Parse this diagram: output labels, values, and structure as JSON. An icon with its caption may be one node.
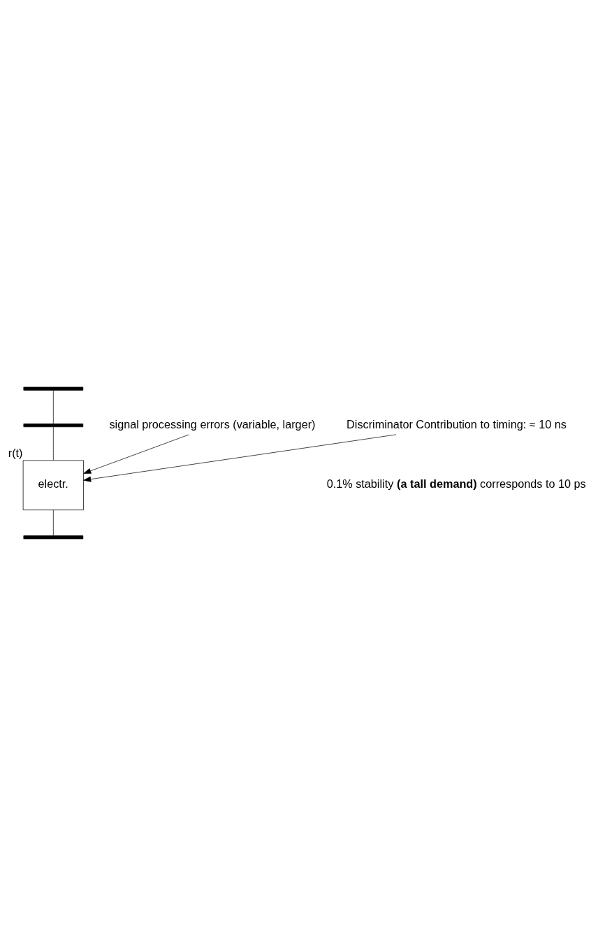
{
  "diagram": {
    "nodes": [
      {
        "text": [],
        "shape": "bar"
      },
      {
        "text": [],
        "shape": "bar"
      },
      {
        "text": [
          "electr."
        ],
        "beside": [
          "r(t)"
        ]
      },
      {
        "text": [],
        "shape": "bar"
      },
      {
        "text": [
          "signal processing errors (variable, larger)"
        ]
      },
      {
        "text": [
          "Discriminator Contribution to timing: ≈ 10 ns"
        ]
      }
    ],
    "edges": [
      {
        "from": 0,
        "to": 1,
        "arrow": "none"
      },
      {
        "from": 1,
        "to": 2,
        "arrow": "none"
      },
      {
        "from": 2,
        "to": 3,
        "arrow": "none"
      },
      {
        "from": 4,
        "to": 2,
        "arrow": "to"
      },
      {
        "from": 5,
        "to": 2,
        "arrow": "to"
      }
    ],
    "labels": [
      "0.1% stability **(a tall demand)** corresponds to 10 ps"
    ]
  }
}
